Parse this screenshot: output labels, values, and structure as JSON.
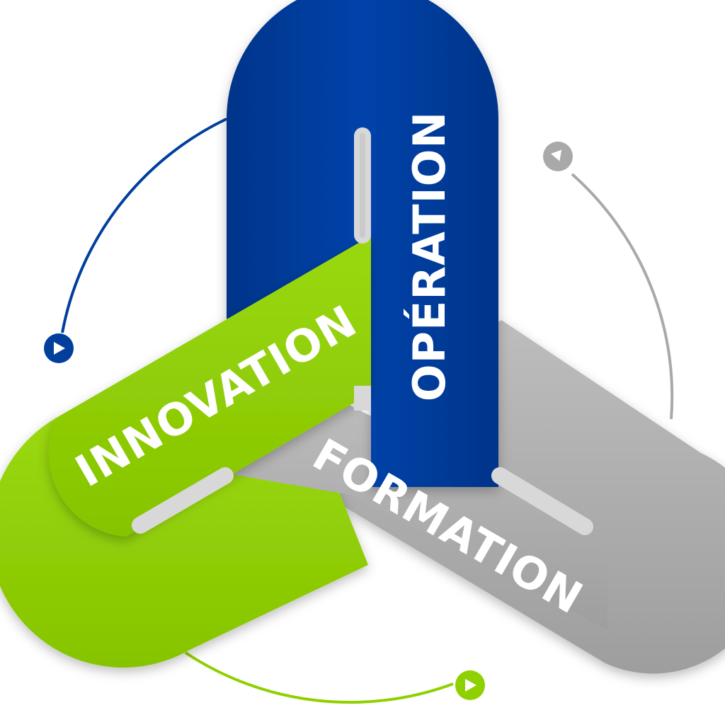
{
  "labels": {
    "operation": "OPÉRATION",
    "innovation": "INNOVATION",
    "formation": "FORMATION"
  },
  "colors": {
    "operation": "#0041a6",
    "operation_dark": "#02348a",
    "innovation": "#8fd000",
    "innovation_light": "#9ad80f",
    "formation": "#a6a6a6",
    "formation_light": "#b8b8b8",
    "slot": "#d8d8d8",
    "arc_blue": "#003f9c",
    "arc_gray": "#a9a9a9",
    "arc_green": "#8fd000"
  },
  "icons": {
    "blue_marker": "play-marker-icon",
    "gray_marker": "play-marker-icon",
    "green_marker": "play-marker-icon"
  }
}
